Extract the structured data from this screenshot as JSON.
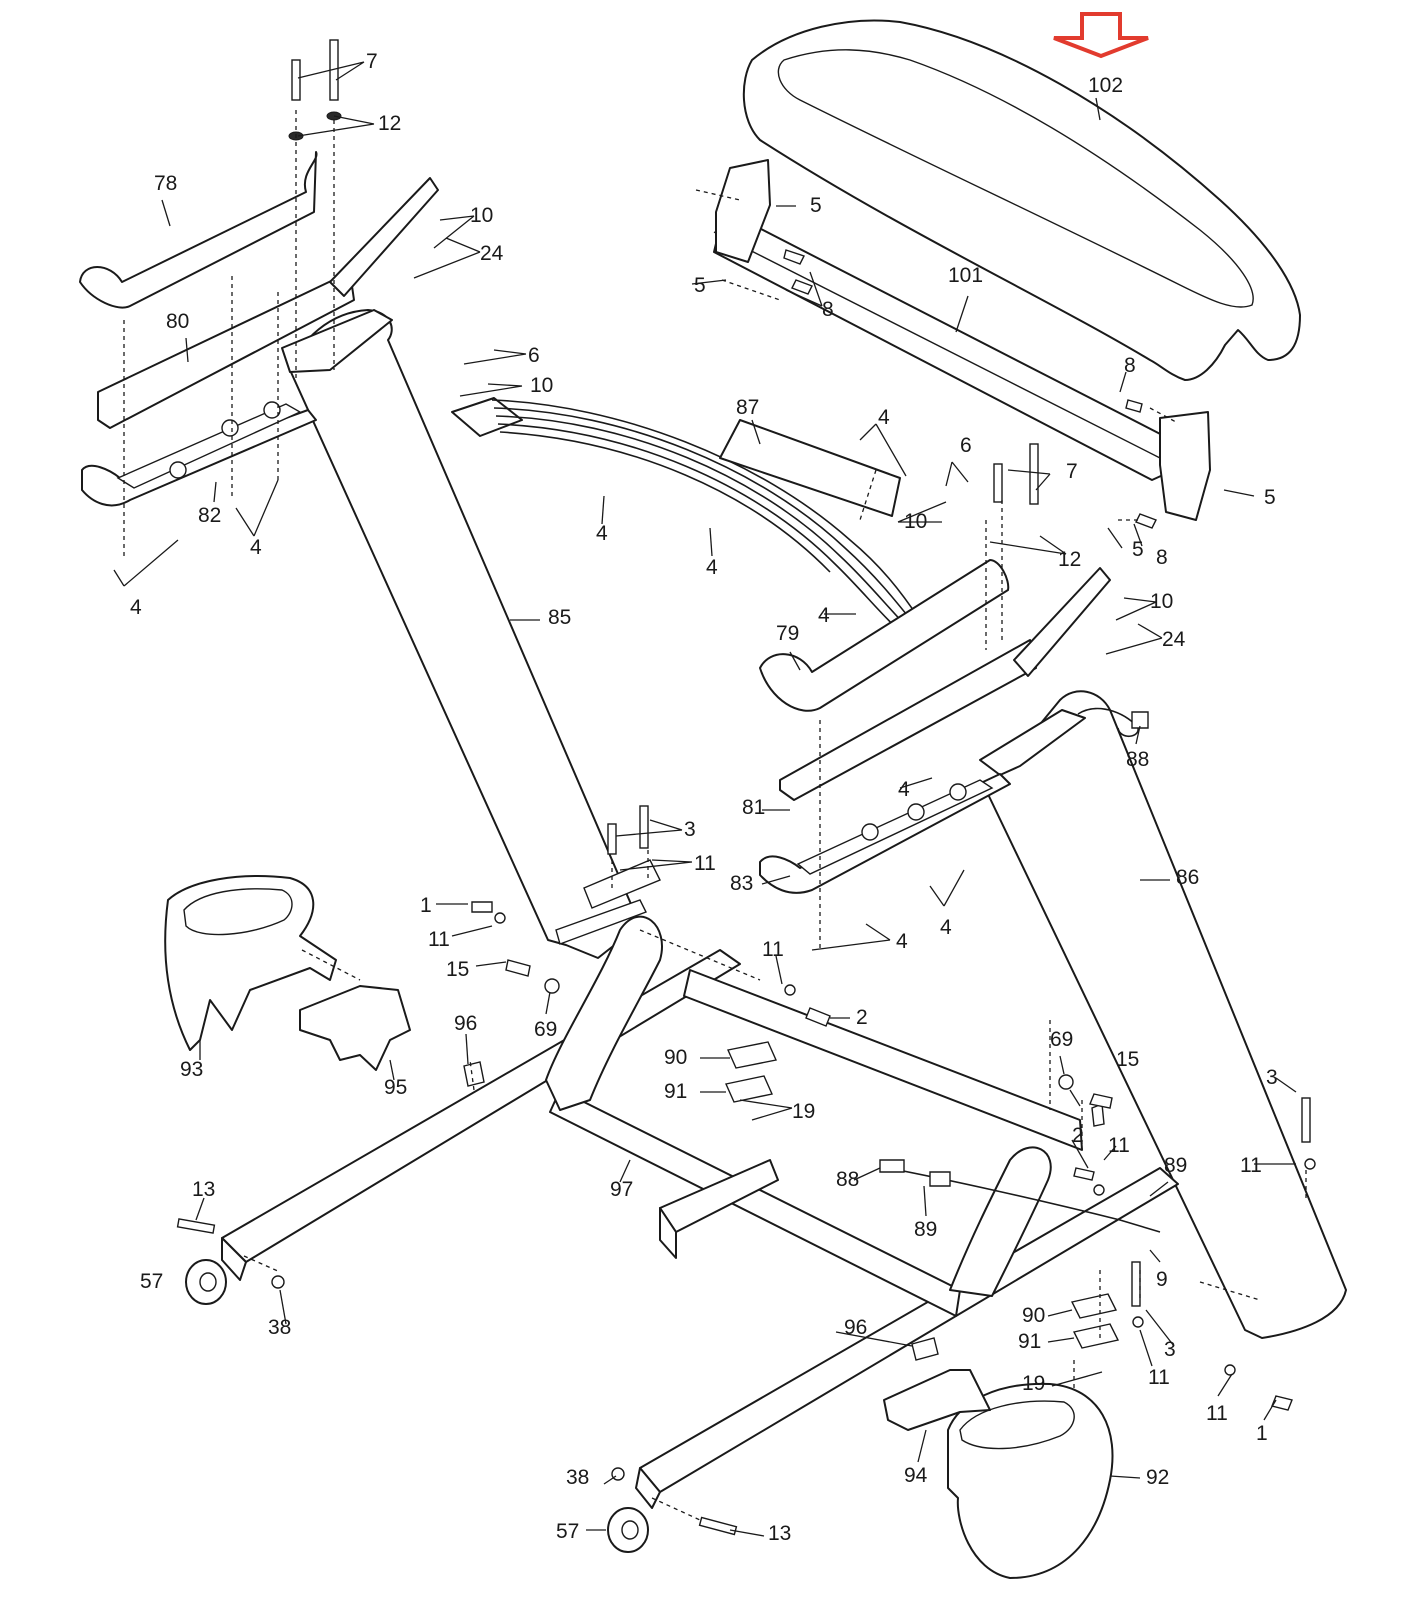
{
  "diagram": {
    "highlight_color": "#e23b2e",
    "highlight_icon": "down-arrow-icon",
    "callouts": {
      "c102": "102",
      "c101": "101",
      "c78": "78",
      "c80": "80",
      "c82": "82",
      "c85": "85",
      "c86": "86",
      "c87": "87",
      "c79": "79",
      "c81": "81",
      "c83": "83",
      "c88a": "88",
      "c88b": "88",
      "c89a": "89",
      "c89b": "89",
      "c93": "93",
      "c95": "95",
      "c96a": "96",
      "c96b": "96",
      "c97": "97",
      "c90a": "90",
      "c90b": "90",
      "c91a": "91",
      "c91b": "91",
      "c92": "92",
      "c94": "94",
      "c69a": "69",
      "c69b": "69",
      "c57a": "57",
      "c57b": "57",
      "c38a": "38",
      "c38b": "38",
      "c13a": "13",
      "c13b": "13",
      "c7a": "7",
      "c7b": "7",
      "c12a": "12",
      "c12b": "12",
      "c10a": "10",
      "c10b": "10",
      "c10c": "10",
      "c10d": "10",
      "c24a": "24",
      "c24b": "24",
      "c6a": "6",
      "c6b": "6",
      "c5a": "5",
      "c5b": "5",
      "c5c": "5",
      "c5d": "5",
      "c8a": "8",
      "c8b": "8",
      "c8c": "8",
      "c4a": "4",
      "c4b": "4",
      "c4c": "4",
      "c4d": "4",
      "c4e": "4",
      "c4f": "4",
      "c4g": "4",
      "c4h": "4",
      "c4i": "4",
      "c3a": "3",
      "c3b": "3",
      "c3c": "3",
      "c11a": "11",
      "c11b": "11",
      "c11c": "11",
      "c11d": "11",
      "c11e": "11",
      "c11f": "11",
      "c11g": "11",
      "c1a": "1",
      "c1b": "1",
      "c15a": "15",
      "c15b": "15",
      "c2a": "2",
      "c2b": "2",
      "c19a": "19",
      "c19b": "19",
      "c9": "9"
    }
  }
}
